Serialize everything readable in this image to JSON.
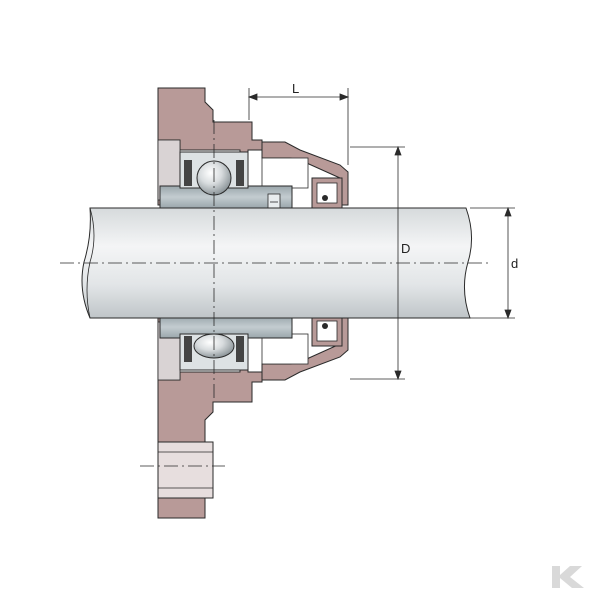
{
  "labels": {
    "length": "L",
    "outer_diameter": "D",
    "shaft_diameter": "d"
  },
  "colors": {
    "housing": "#b89a98",
    "housing_dark": "#9e7f7c",
    "bearing": "#b7c2c6",
    "shaft_light": "#f1f3f4",
    "shaft_dark": "#c9ced1",
    "outline": "#2a2a2a",
    "logo": "#d9d9d9"
  },
  "logo": "K"
}
